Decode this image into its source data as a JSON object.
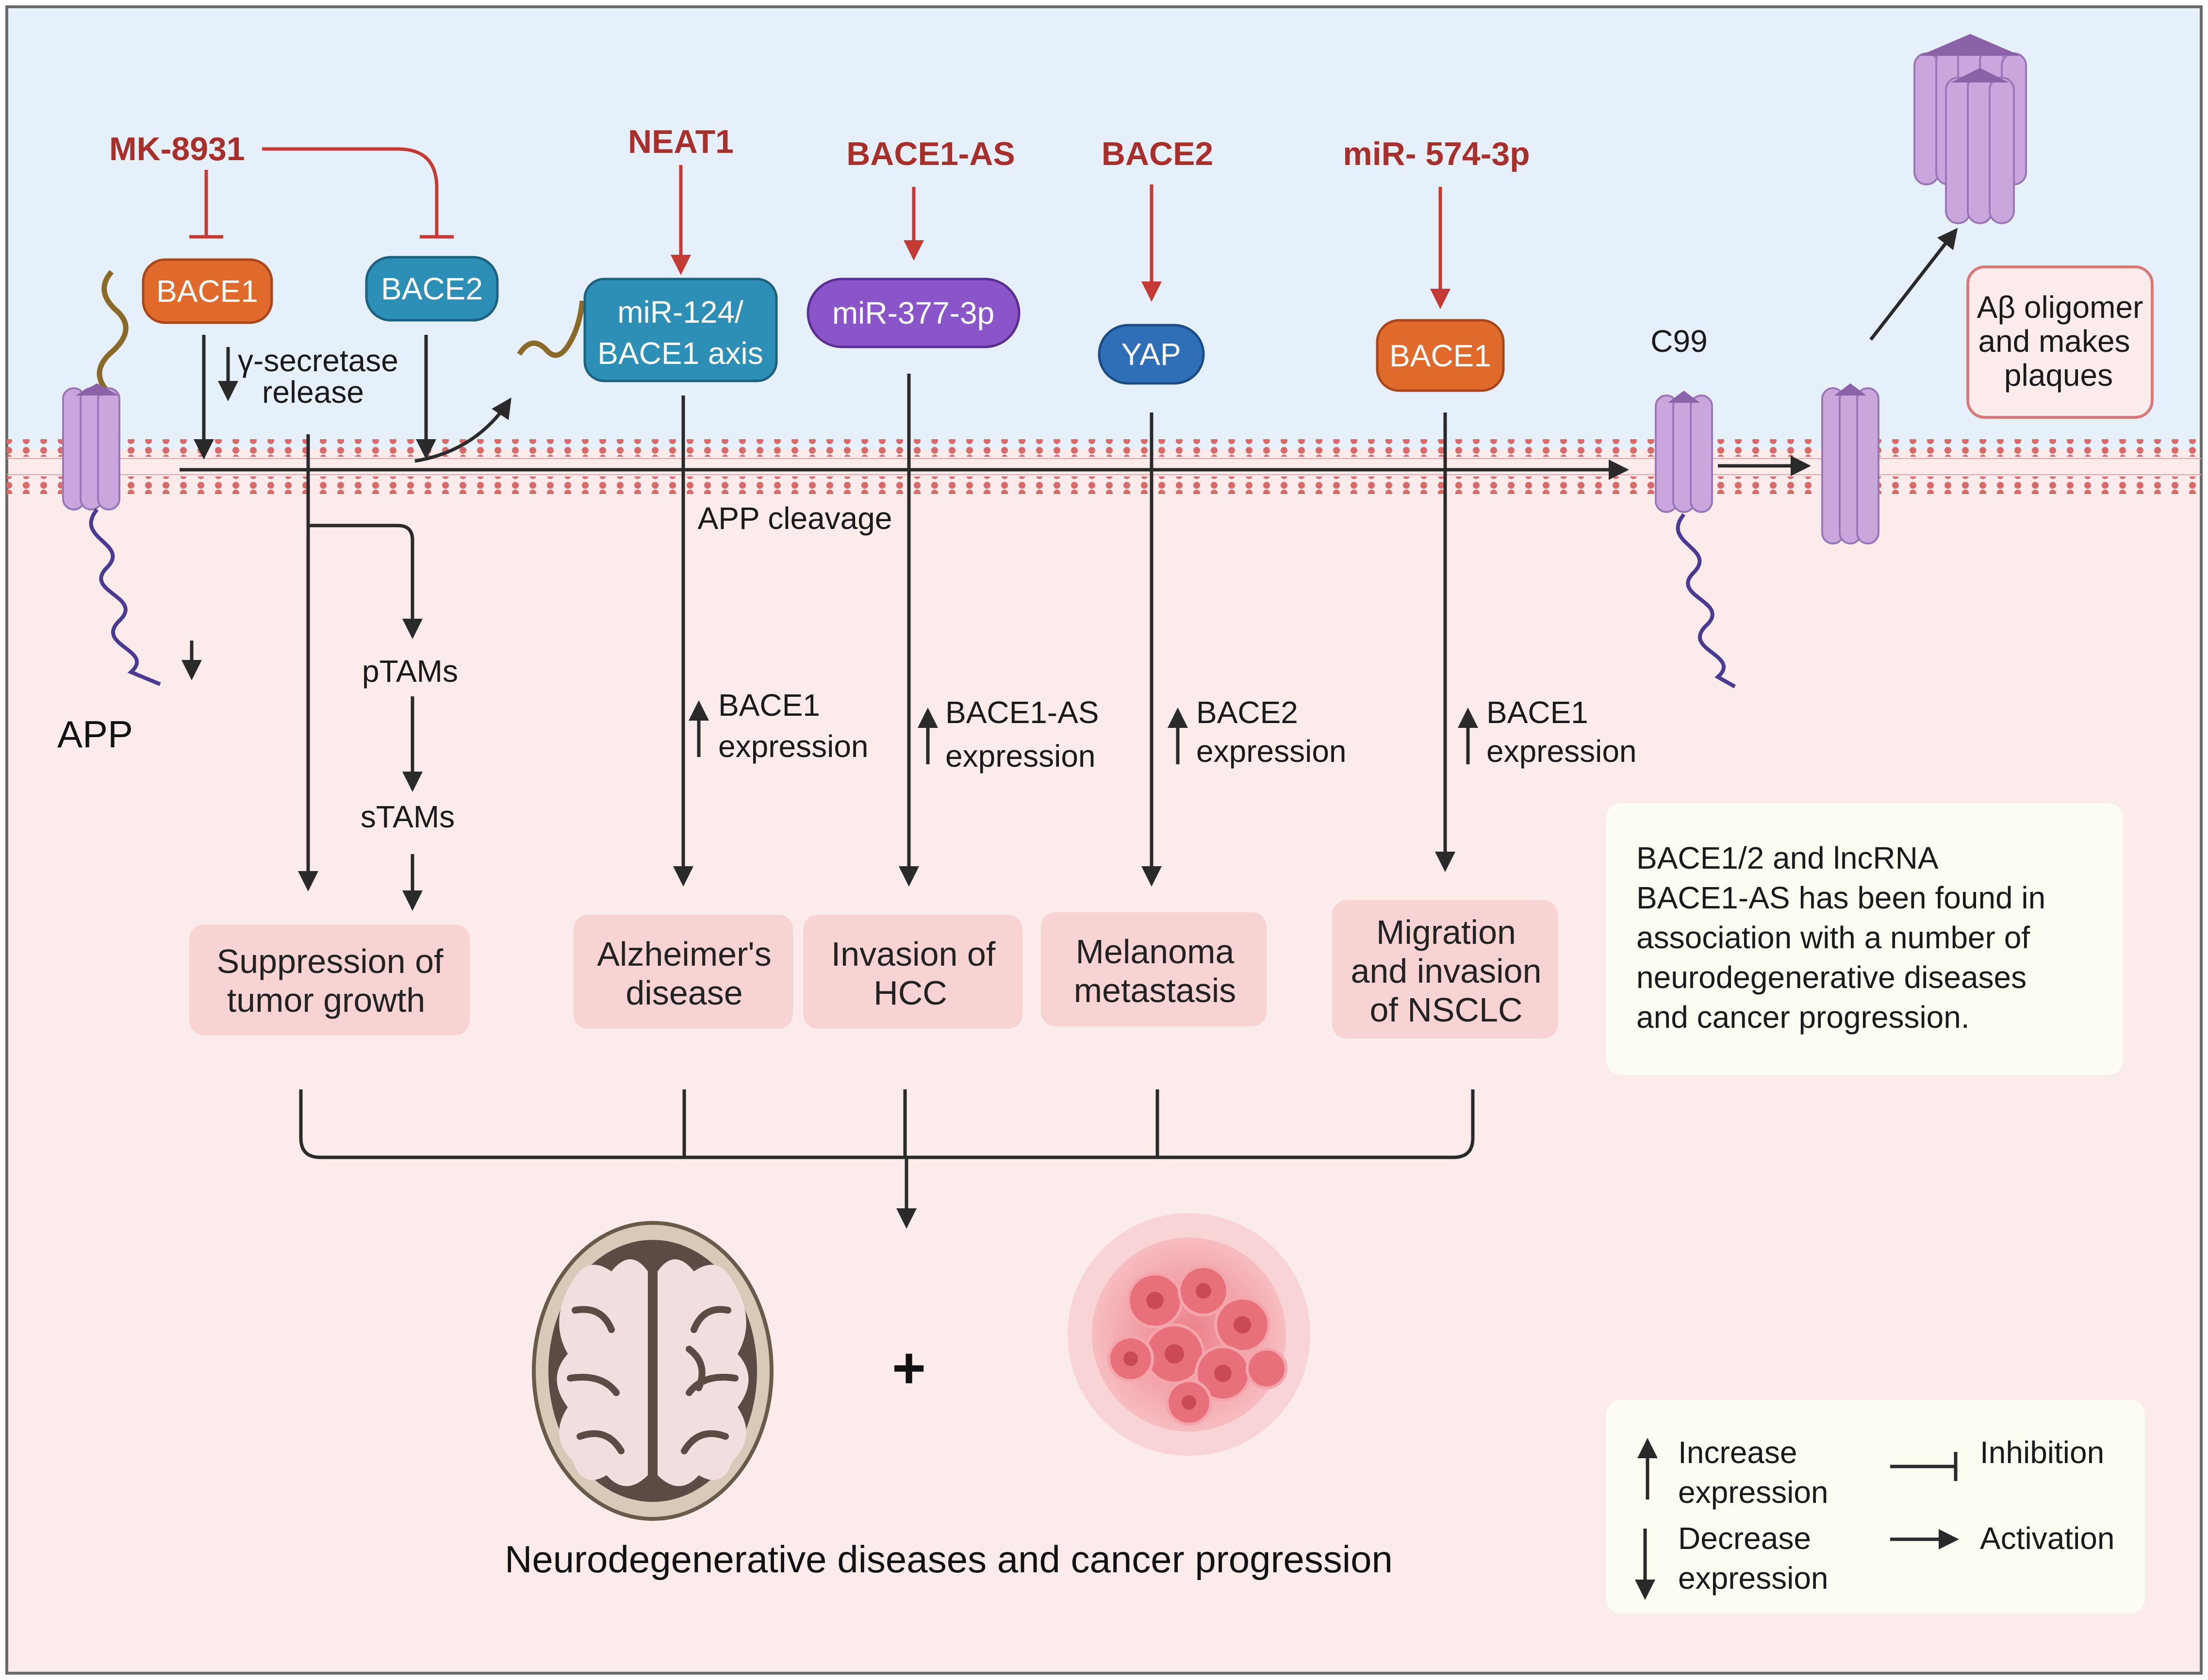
{
  "regulators": {
    "mk8931": "MK-8931",
    "neat1": "NEAT1",
    "bace1_as": "BACE1-AS",
    "bace2": "BACE2",
    "mir574": "miR- 574-3p"
  },
  "molecules": {
    "bace1_left": "BACE1",
    "bace2_left": "BACE2",
    "mir124_line1": "miR-124/",
    "mir124_line2": "BACE1 axis",
    "mir377": "miR-377-3p",
    "yap": "YAP",
    "bace1_right": "BACE1",
    "c99": "C99",
    "app": "APP"
  },
  "labels": {
    "gamma_line1": "γ-secretase",
    "gamma_line2": "release",
    "app_cleavage": "APP cleavage",
    "ptams": "pTAMs",
    "stams": "sTAMs",
    "plaque_line1": "Aβ oligomer",
    "plaque_line2": "and makes",
    "plaque_line3": "plaques"
  },
  "expression": [
    {
      "line1": "BACE1",
      "line2": "expression"
    },
    {
      "line1": "BACE1-AS",
      "line2": "expression"
    },
    {
      "line1": "BACE2",
      "line2": "expression"
    },
    {
      "line1": "BACE1",
      "line2": "expression"
    }
  ],
  "outcomes": {
    "tumor_line1": "Suppression of",
    "tumor_line2": "tumor growth",
    "alz_line1": "Alzheimer's",
    "alz_line2": "disease",
    "hcc_line1": "Invasion of",
    "hcc_line2": "HCC",
    "mel_line1": "Melanoma",
    "mel_line2": "metastasis",
    "nsclc_line1": "Migration",
    "nsclc_line2": "and invasion",
    "nsclc_line3": "of NSCLC"
  },
  "plus_sign": "+",
  "final_label": "Neurodegenerative diseases and cancer progression",
  "info_box": [
    "BACE1/2 and lncRNA",
    "BACE1-AS has been found in",
    "association with a number of",
    "neurodegenerative diseases",
    "and cancer progression."
  ],
  "legend": {
    "increase_line1": "Increase",
    "increase_line2": "expression",
    "decrease_line1": "Decrease",
    "decrease_line2": "expression",
    "inhibition": "Inhibition",
    "activation": "Activation"
  },
  "colors": {
    "top_bg": "#e6f0fa",
    "bottom_bg": "#fcebeb",
    "regulator_text": "#a8302c",
    "bace1_orange": "#e06a2b",
    "bace2_teal": "#2d8fb5",
    "mir377_purple": "#8a55c8",
    "yap_blue": "#2f6fb8",
    "outcome_box": "#f7d3d3",
    "receptor_lavender": "#c9a6dc"
  }
}
